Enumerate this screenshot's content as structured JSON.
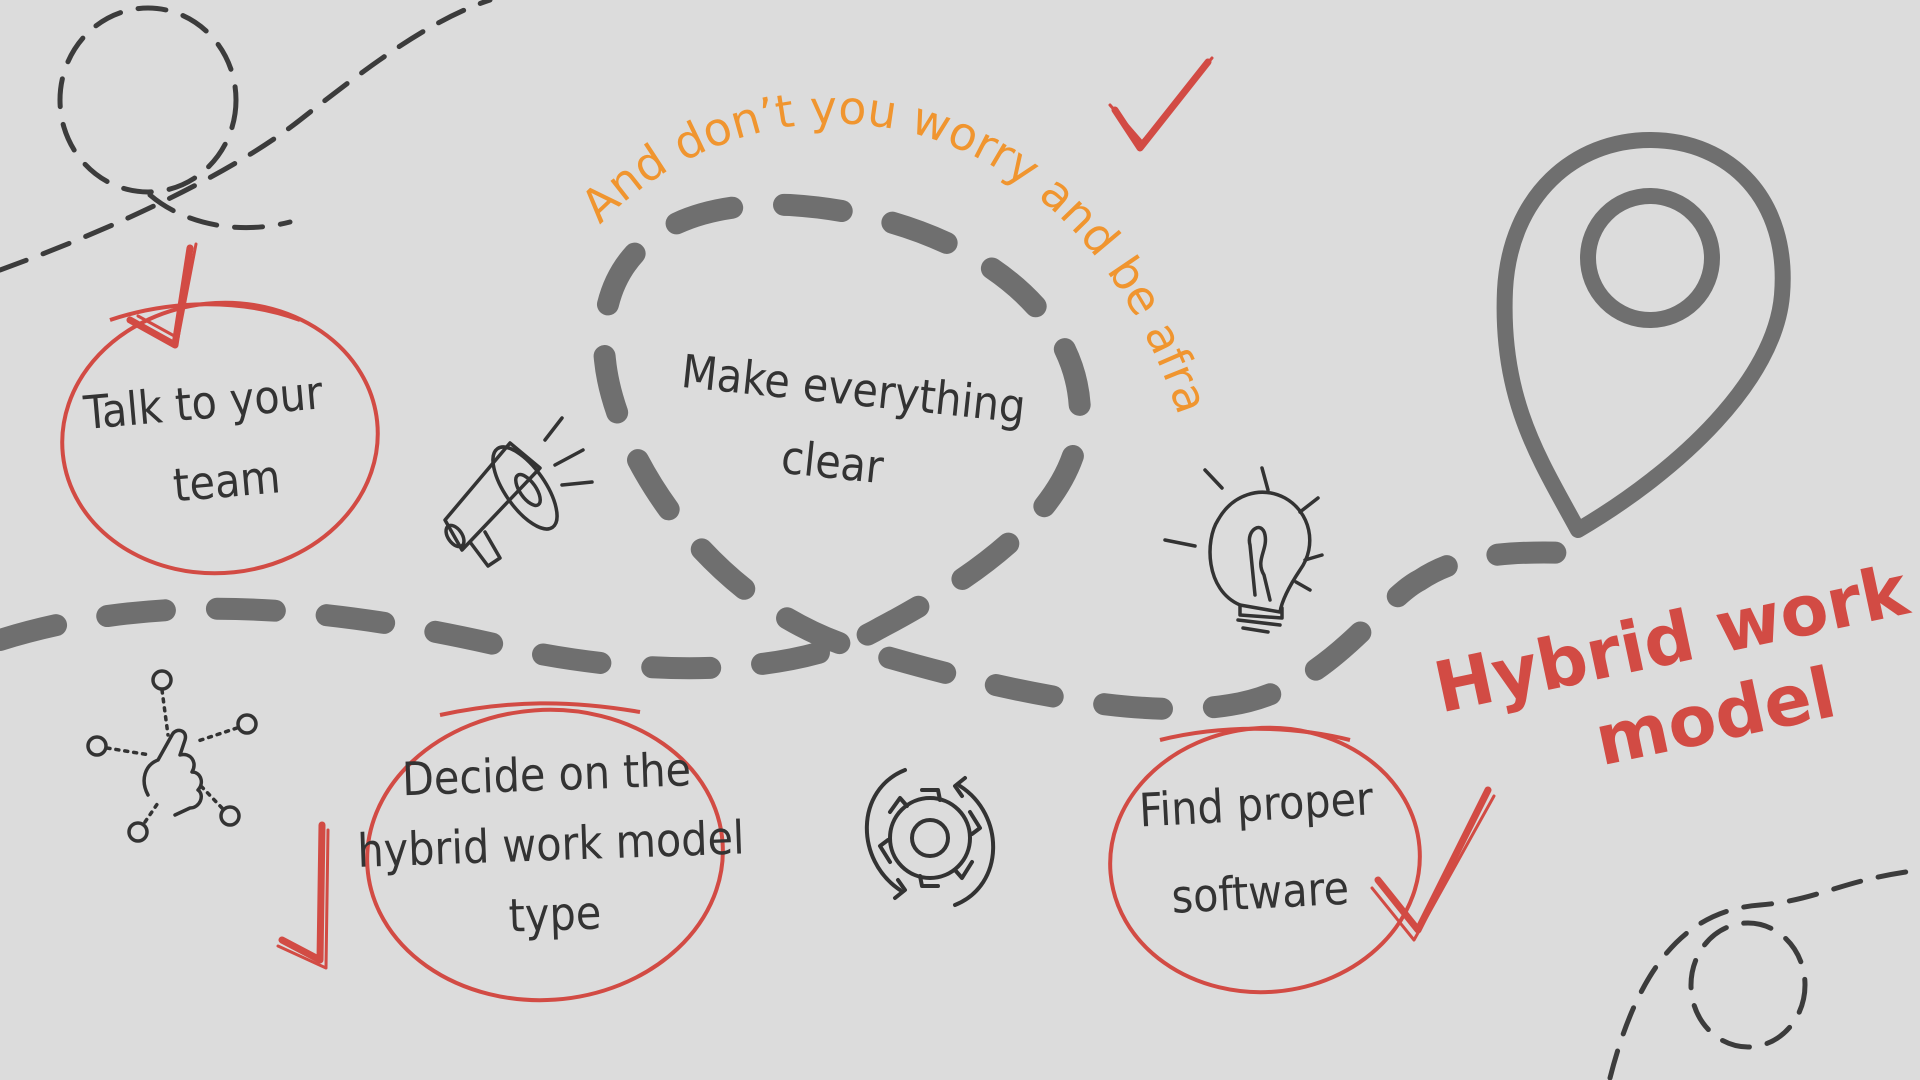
{
  "colors": {
    "background": "#dcdcdc",
    "path_gray": "#6f6f6f",
    "thin_dash": "#3c3c3c",
    "red": "#d24b44",
    "orange": "#f0952f",
    "text_dark": "#333333"
  },
  "steps": {
    "talk": [
      "Talk to your",
      "team"
    ],
    "clear": [
      "Make everything",
      "clear"
    ],
    "decide": [
      "Decide on the",
      "hybrid work model",
      "type"
    ],
    "software": [
      "Find proper",
      "software"
    ]
  },
  "curved_text": "And don’t you worry and be afraid",
  "title": [
    "Hybrid work",
    "model"
  ],
  "icons": [
    "megaphone-icon",
    "lightbulb-icon",
    "gear-sync-icon",
    "touch-network-icon",
    "location-pin-icon",
    "checkmark-icon"
  ]
}
